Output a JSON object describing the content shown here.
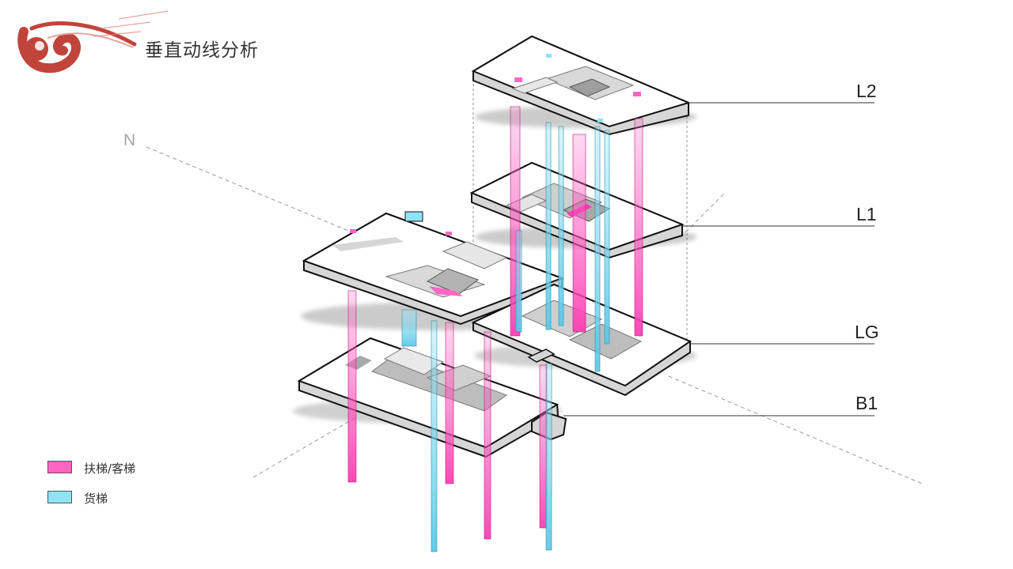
{
  "header": {
    "title": "垂直动线分析"
  },
  "compass": {
    "north": "N"
  },
  "floors": [
    {
      "id": "L2",
      "label": "L2"
    },
    {
      "id": "L1",
      "label": "L1"
    },
    {
      "id": "LG",
      "label": "LG"
    },
    {
      "id": "B1",
      "label": "B1"
    }
  ],
  "legend": [
    {
      "label": "扶梯/客梯",
      "color": "#ff66c4"
    },
    {
      "label": "货梯",
      "color": "#8ee3f5"
    }
  ],
  "colors": {
    "escalator": "#ff66c4",
    "freight": "#8ee3f5",
    "slab_top": "#ffffff",
    "slab_side": "#d9d9d9",
    "void": "#bfbfbf",
    "outline": "#111111",
    "brand": "#c1443a"
  }
}
